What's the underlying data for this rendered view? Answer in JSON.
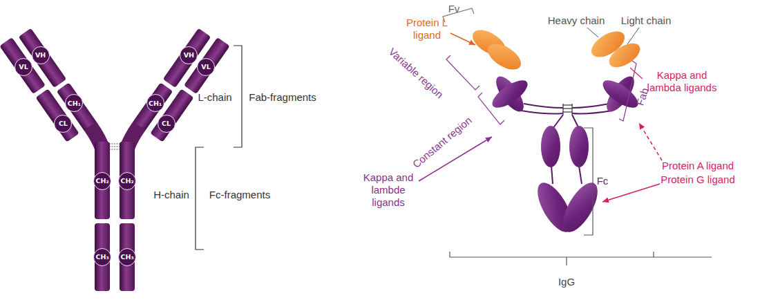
{
  "diagram": {
    "nodes": [
      {
        "text": [
          "VL"
        ]
      },
      {
        "text": [
          "VH"
        ]
      },
      {
        "text": [
          "CH₁"
        ]
      },
      {
        "text": [
          "CL"
        ]
      },
      {
        "text": [
          "VH"
        ]
      },
      {
        "text": [
          "VL"
        ]
      },
      {
        "text": [
          "CH₁"
        ]
      },
      {
        "text": [
          "CL"
        ]
      },
      {
        "text": [
          "CH₂"
        ]
      },
      {
        "text": [
          "CH₂"
        ]
      },
      {
        "text": [
          "CH₃"
        ]
      },
      {
        "text": [
          "CH₃"
        ]
      }
    ],
    "labels": [
      "L-chain",
      "Fab-fragments",
      "H-chain",
      "Fc-fragments",
      "Fv",
      "Heavy chain",
      "Light chain",
      "Protein L ligand",
      "Kappa and lambda ligands",
      "Variable region",
      "Fab",
      "Constant region",
      "Protein A ligand",
      "Protein G ligand",
      "Kappa and lambde ligands",
      "Fc",
      "IgG"
    ]
  }
}
